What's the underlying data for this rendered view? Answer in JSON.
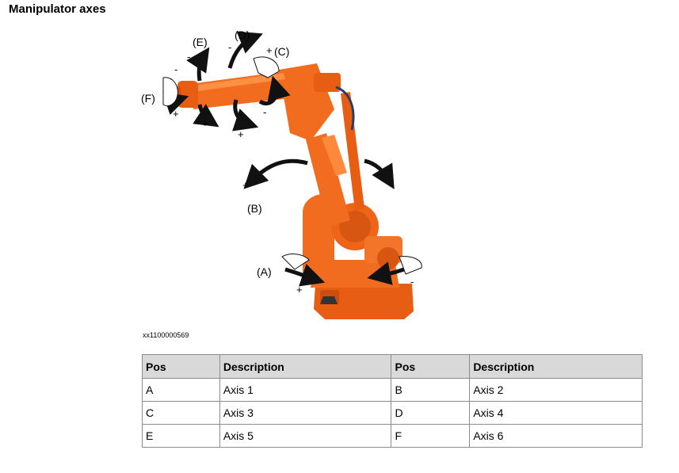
{
  "heading": "Manipulator axes",
  "figure": {
    "id": "xx1100000569",
    "labels": {
      "A": "(A)",
      "B": "(B)",
      "C": "(C)",
      "D": "(D)",
      "E": "(E)",
      "F": "(F)"
    },
    "colors": {
      "robot": "#f26c1f",
      "robot_dark": "#c94e10",
      "arrow": "#111111"
    }
  },
  "table": {
    "headers": [
      "Pos",
      "Description",
      "Pos",
      "Description"
    ],
    "rows": [
      [
        "A",
        "Axis 1",
        "B",
        "Axis 2"
      ],
      [
        "C",
        "Axis 3",
        "D",
        "Axis 4"
      ],
      [
        "E",
        "Axis 5",
        "F",
        "Axis 6"
      ]
    ]
  }
}
